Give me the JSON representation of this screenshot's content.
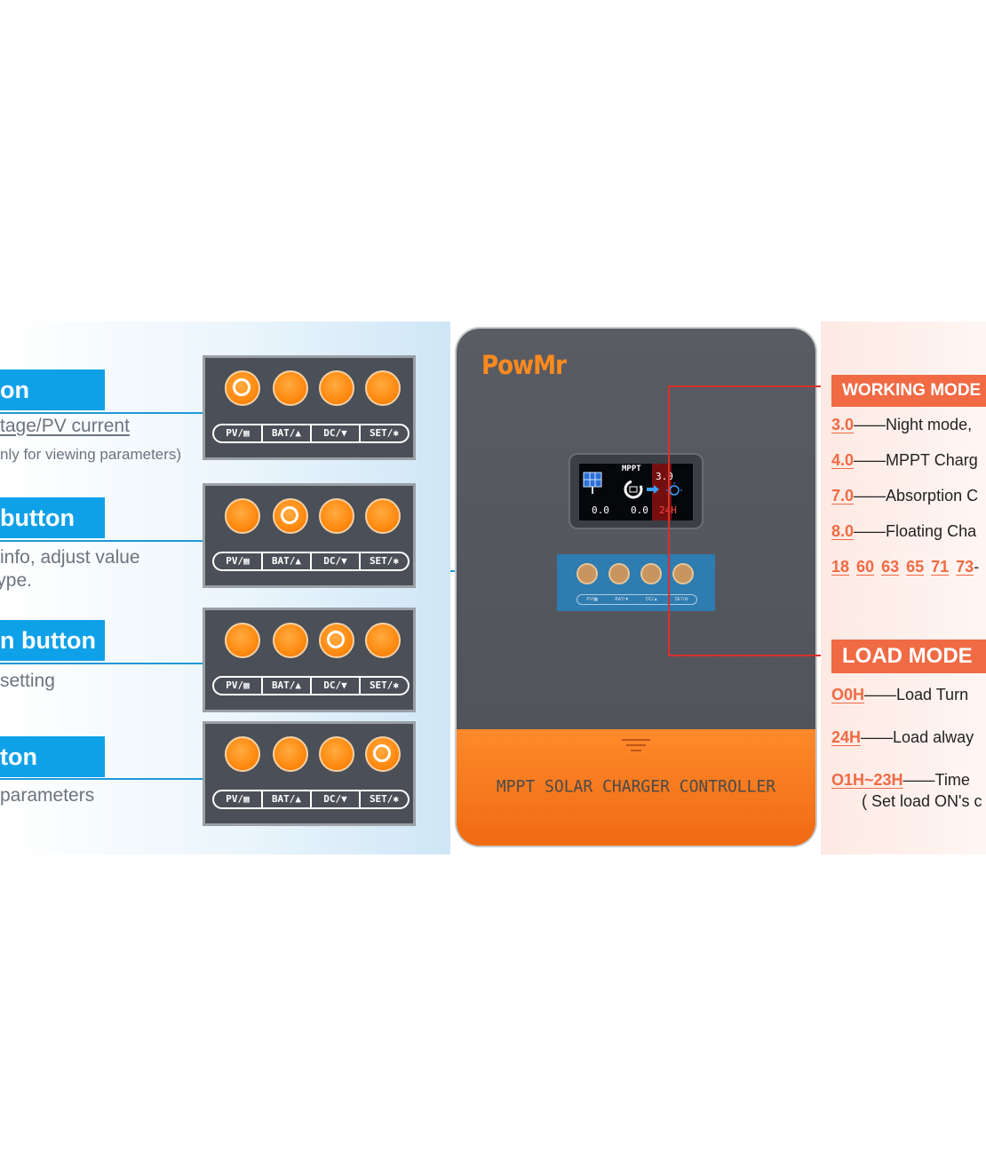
{
  "left_panel": {
    "sections": [
      {
        "title": "on",
        "desc_lines": [
          "tage/PV current",
          "nly for viewing parameters)"
        ],
        "active_button": 0
      },
      {
        "title": "button",
        "desc_lines": [
          "info, adjust value",
          "ype."
        ],
        "active_button": 1
      },
      {
        "title": "n button",
        "desc_lines": [
          "setting"
        ],
        "active_button": 2
      },
      {
        "title": "ton",
        "desc_lines": [
          "parameters"
        ],
        "active_button": 3
      }
    ],
    "keys": [
      "PV/▦",
      "BAT/▲",
      "DC/▼",
      "SET/✱"
    ]
  },
  "controller": {
    "brand": "PowMr",
    "product_text": "MPPT SOLAR CHARGER CONTROLLER",
    "lcd": {
      "header": "MPPT",
      "mode_value": "3.0",
      "pv_value": "0.0",
      "bat_value": "0.0",
      "load_value": "24H"
    },
    "mini_keys": [
      "PV/▦",
      "BAT/▼",
      "DC/▲",
      "SET/⚙"
    ]
  },
  "right_panel": {
    "working_mode_title": "WORKING MODE",
    "working_modes": [
      {
        "code": "3.0",
        "text": "——Night mode,"
      },
      {
        "code": "4.0",
        "text": "——MPPT Charg"
      },
      {
        "code": "7.0",
        "text": "——Absorption C"
      },
      {
        "code": "8.0",
        "text": "——Floating Cha"
      }
    ],
    "error_codes": [
      "18",
      "60",
      "63",
      "65",
      "71",
      "73"
    ],
    "error_codes_suffix": "-",
    "load_mode_title": "LOAD MODE",
    "load_modes": [
      {
        "code": "O0H",
        "text": "——Load Turn "
      },
      {
        "code": "24H",
        "text": "——Load alway"
      },
      {
        "code": "O1H~23H",
        "text": "——Time"
      }
    ],
    "load_note": "( Set load ON's c"
  },
  "colors": {
    "blue": "#0fa1e8",
    "orange": "#ff8a10",
    "coral": "#f06a44",
    "red_line": "#d9302a"
  }
}
